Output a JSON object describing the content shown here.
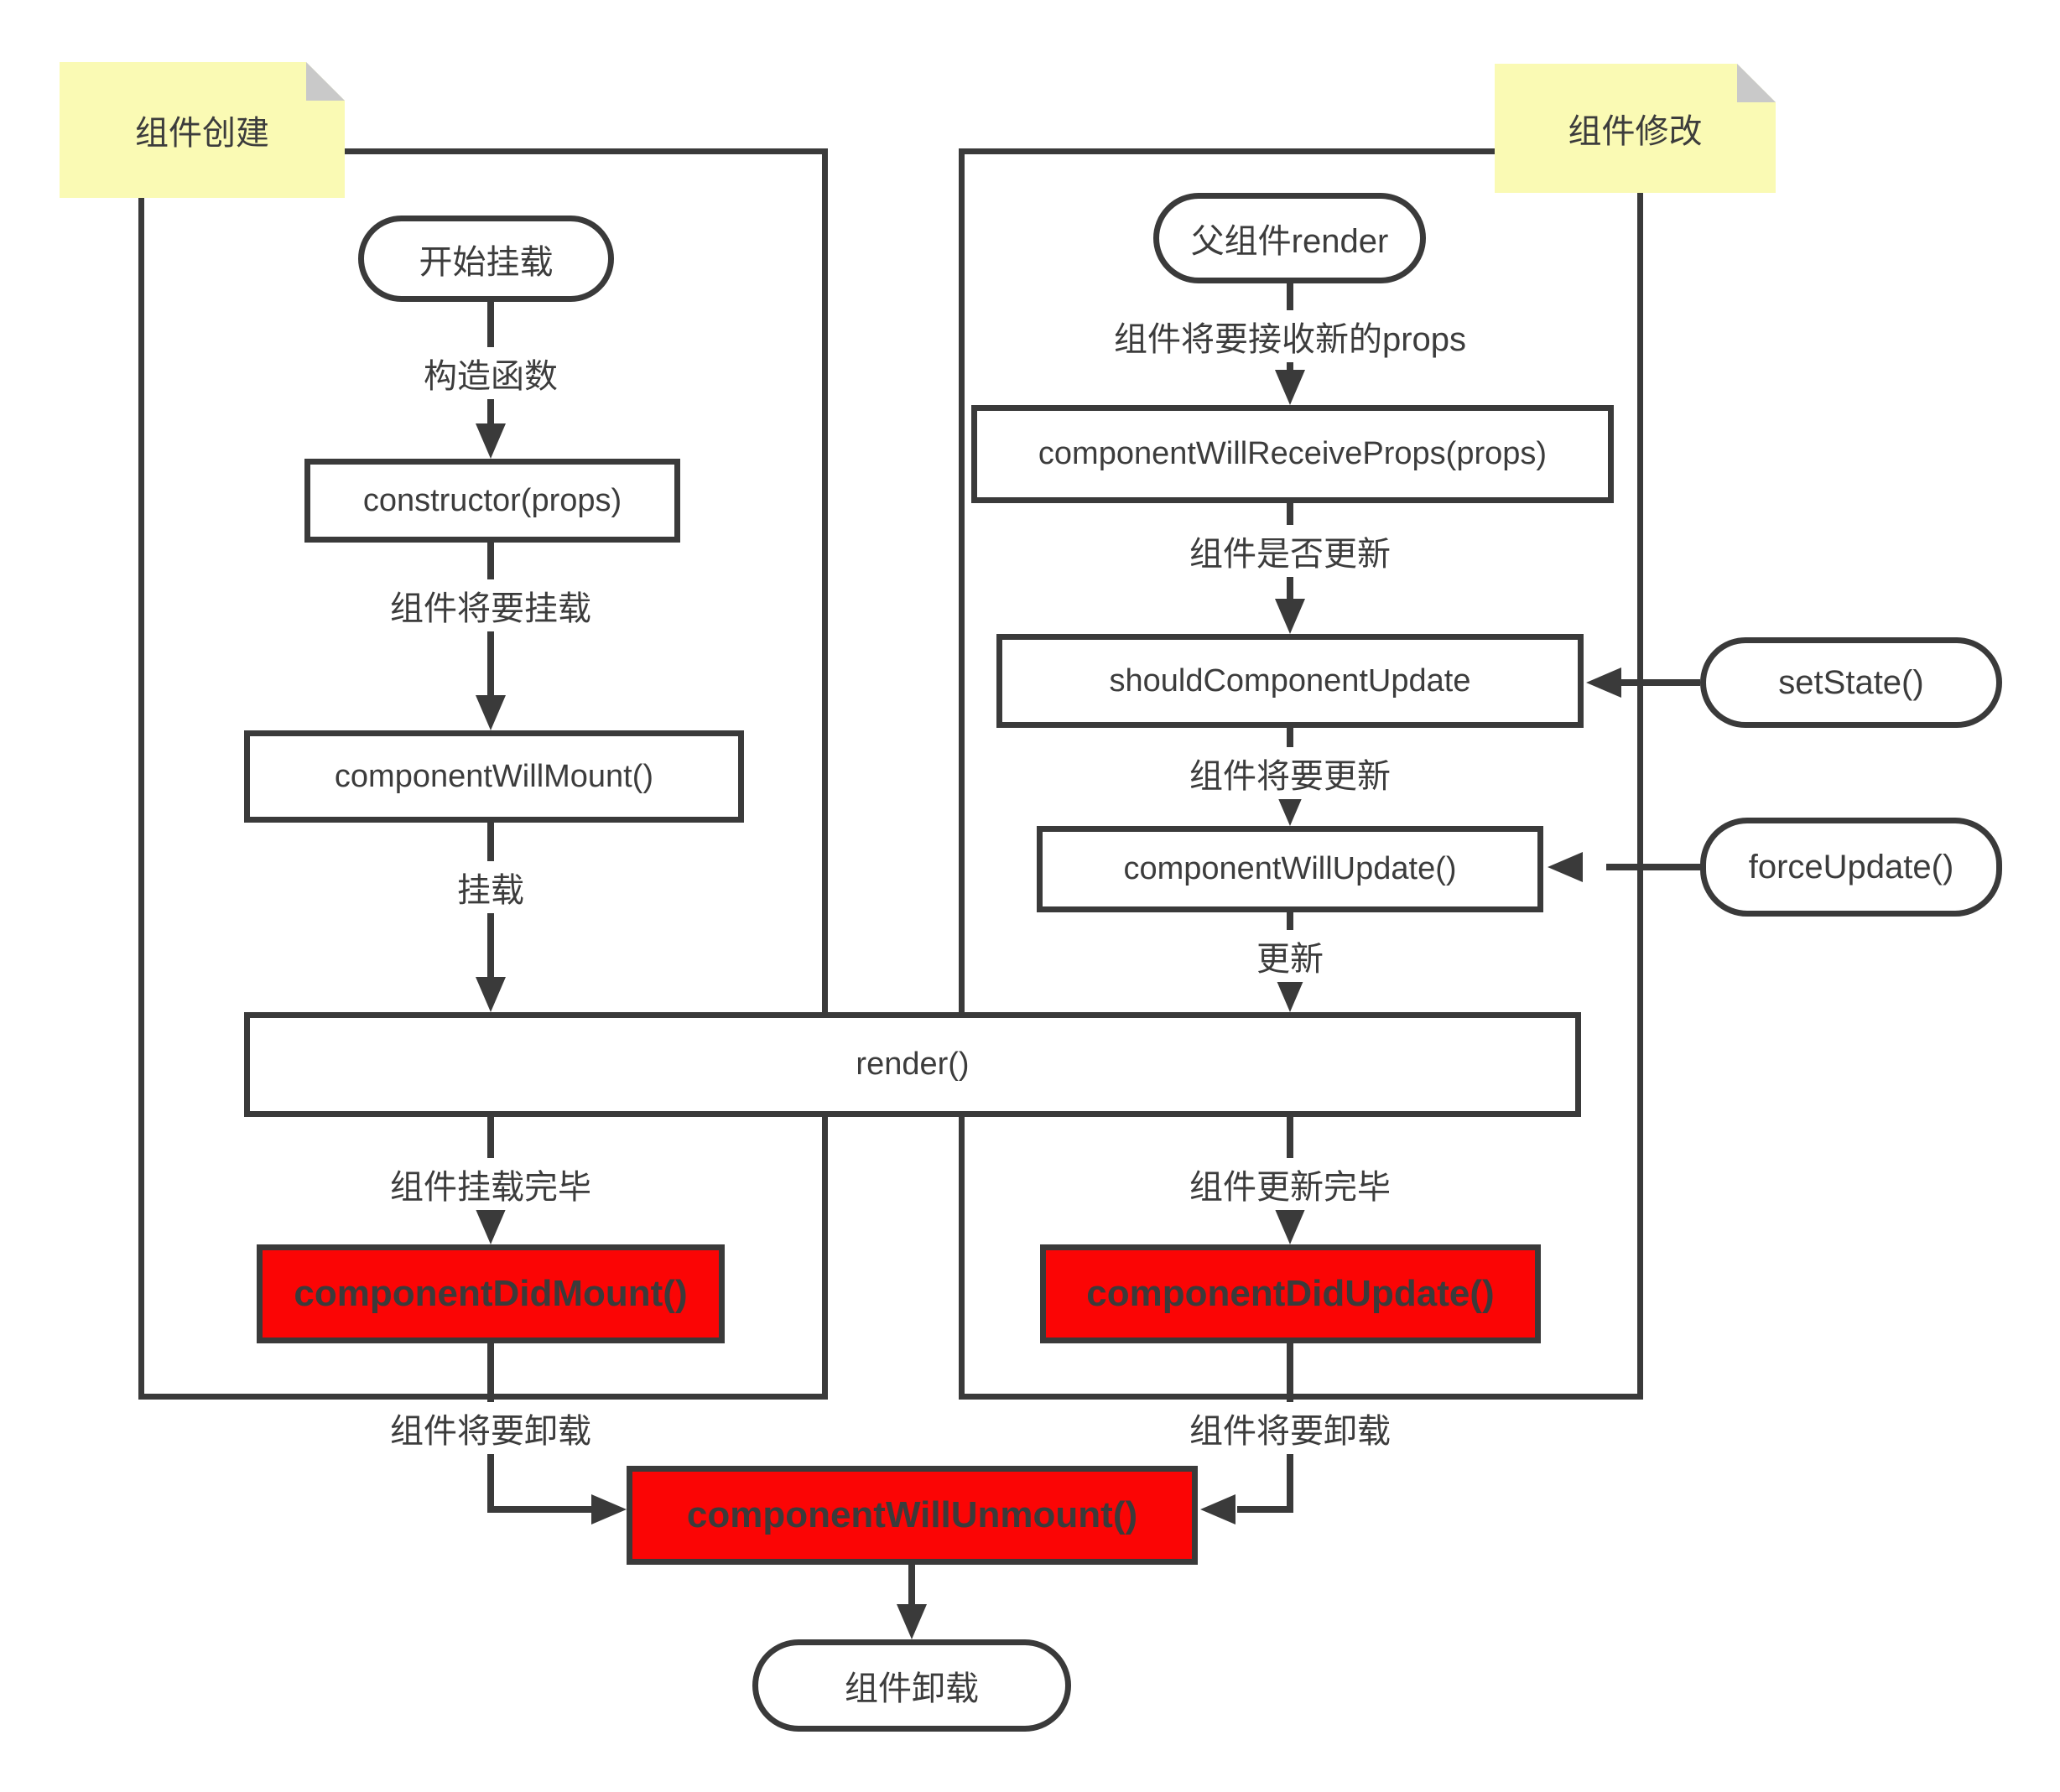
{
  "colors": {
    "line": "#3a3a3a",
    "text": "#3c3c3c",
    "note_bg": "#fafab4",
    "note_fold": "#c9c9c9",
    "red_bg": "#fb0505",
    "red_text": "#3b3b3b"
  },
  "notes": {
    "creation": "组件创建",
    "modification": "组件修改"
  },
  "left_flow": {
    "start": "开始挂载",
    "label_constructor": "构造函数",
    "box_constructor": "constructor(props)",
    "label_will_mount": "组件将要挂载",
    "box_will_mount": "componentWillMount()",
    "label_mount": "挂载",
    "label_mounted": "组件挂载完毕",
    "box_did_mount": "componentDidMount()",
    "label_will_unmount": "组件将要卸载"
  },
  "right_flow": {
    "start": "父组件render",
    "label_new_props": "组件将要接收新的props",
    "box_receive_props": "componentWillReceiveProps(props)",
    "label_should_update": "组件是否更新",
    "box_should_update": "shouldComponentUpdate",
    "capsule_set_state": "setState()",
    "label_will_update": "组件将要更新",
    "box_will_update": "componentWillUpdate()",
    "capsule_force_update": "forceUpdate()",
    "label_update": "更新",
    "label_updated": "组件更新完毕",
    "box_did_update": "componentDidUpdate()",
    "label_will_unmount": "组件将要卸载"
  },
  "shared": {
    "box_render": "render()",
    "box_will_unmount": "componentWillUnmount()",
    "end": "组件卸载"
  }
}
